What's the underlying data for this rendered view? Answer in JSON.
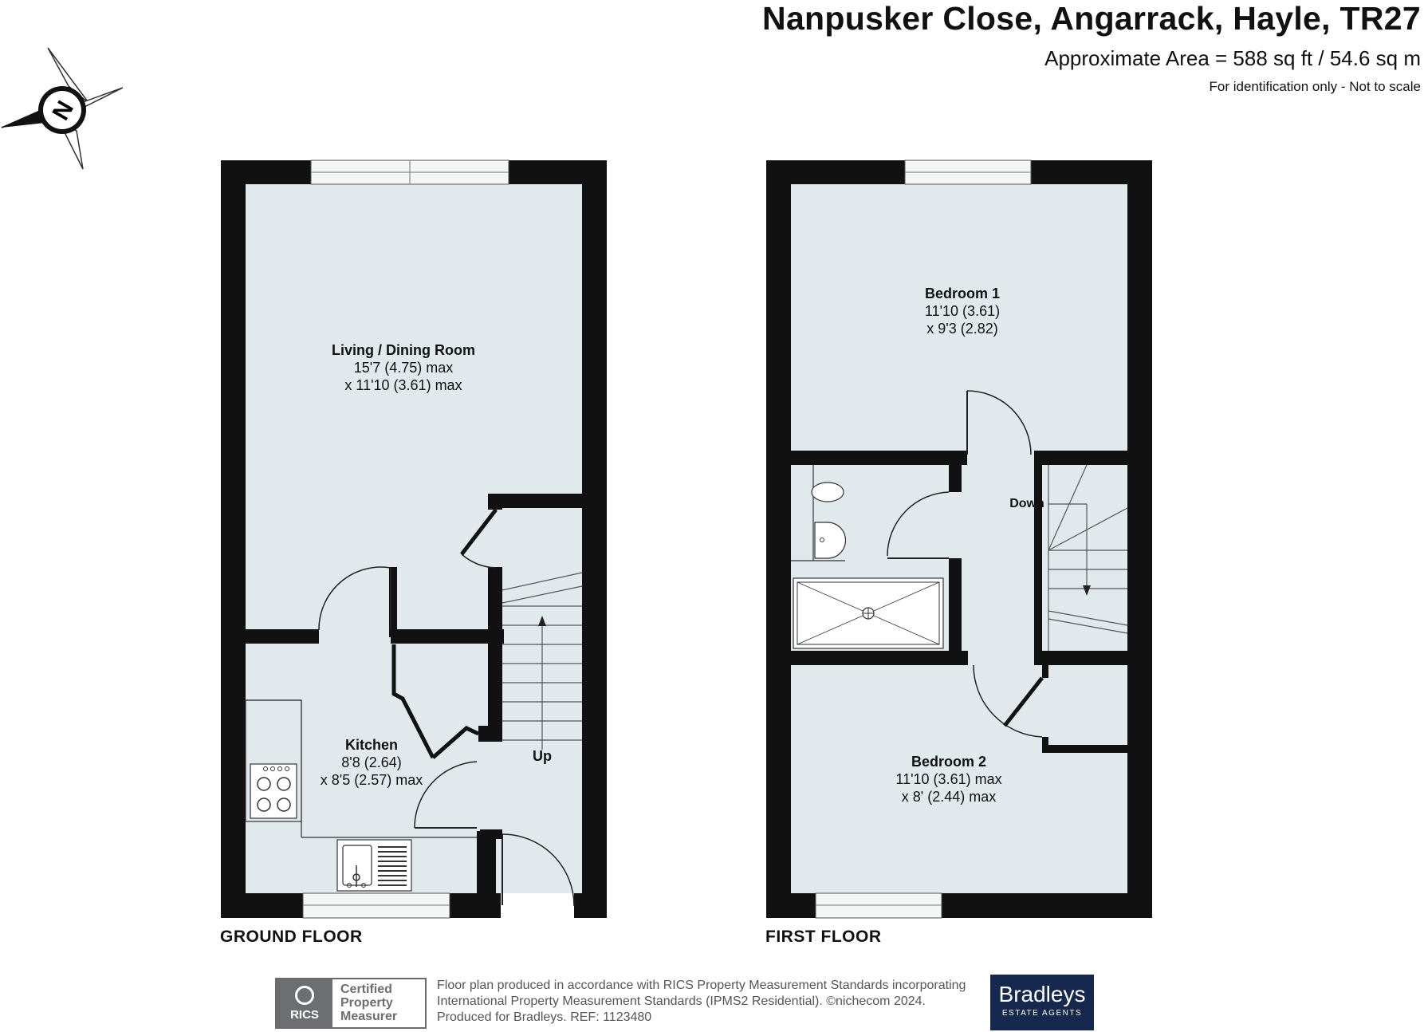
{
  "header": {
    "title": "Nanpusker Close, Angarrack, Hayle, TR27",
    "area": "Approximate Area = 588 sq ft / 54.6 sq m",
    "note": "For identification only - Not to scale"
  },
  "compass": {
    "letter": "N",
    "icon": "compass-rose-icon"
  },
  "floors": [
    {
      "label": "GROUND FLOOR",
      "rooms": [
        {
          "name": "Living / Dining Room",
          "dim1": "15'7 (4.75) max",
          "dim2": "x 11'10 (3.61) max"
        },
        {
          "name": "Kitchen",
          "dim1": "8'8 (2.64)",
          "dim2": "x 8'5 (2.57) max"
        }
      ],
      "stairs_label": "Up"
    },
    {
      "label": "FIRST FLOOR",
      "rooms": [
        {
          "name": "Bedroom 1",
          "dim1": "11'10 (3.61)",
          "dim2": "x 9'3 (2.82)"
        },
        {
          "name": "Bedroom 2",
          "dim1": "11'10 (3.61) max",
          "dim2": "x 8' (2.44) max"
        }
      ],
      "stairs_label": "Down"
    }
  ],
  "footer": {
    "rics_logo": "RICS",
    "rics_cert": [
      "Certified",
      "Property",
      "Measurer"
    ],
    "disclaimer": [
      "Floor plan produced in accordance with RICS Property Measurement Standards incorporating",
      "International Property Measurement Standards (IPMS2 Residential).  ©nichecom 2024.",
      "Produced for Bradleys.    REF:  1123480"
    ],
    "brand_name": "Bradleys",
    "brand_tagline": "ESTATE AGENTS"
  },
  "colors": {
    "wall": "#111111",
    "floor": "#e1e9ec",
    "window": "#f4f6f6",
    "line": "#222222",
    "brand": "#17284f",
    "rics": "#6d6e71"
  }
}
